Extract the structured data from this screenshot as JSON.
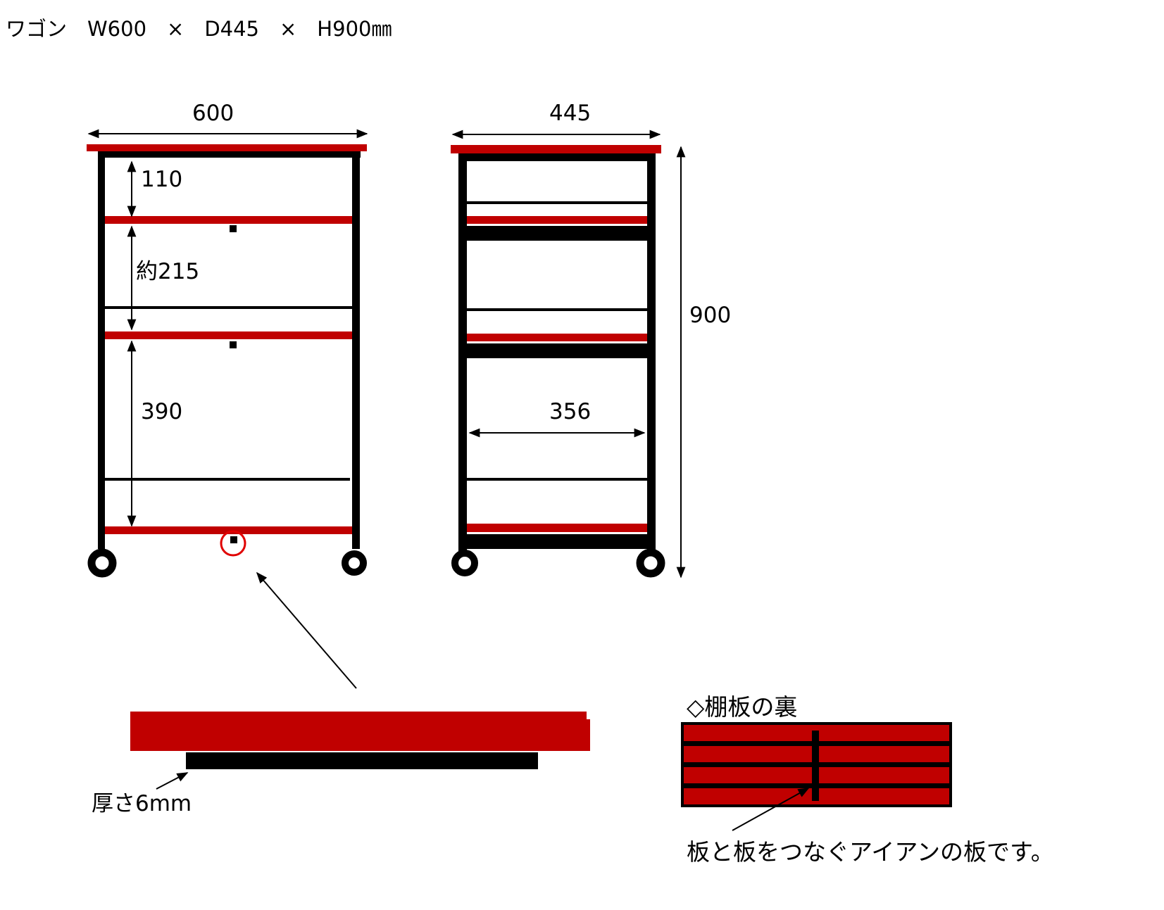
{
  "title": "ワゴン　W600　×　D445　×　H900㎜",
  "front_view": {
    "width_label": "600",
    "gap_top_label": "110",
    "gap_mid_label": "約215",
    "gap_bottom_label": "390"
  },
  "side_view": {
    "depth_label": "445",
    "height_label": "900",
    "inner_label": "356"
  },
  "shelf_detail": {
    "thickness_label": "厚さ6mm"
  },
  "shelf_back": {
    "title": "◇棚板の裏",
    "caption": "板と板をつなぐアイアンの板です。"
  },
  "colors": {
    "wood": "#c00000",
    "iron": "#000000",
    "highlight_circle": "#e00000"
  }
}
